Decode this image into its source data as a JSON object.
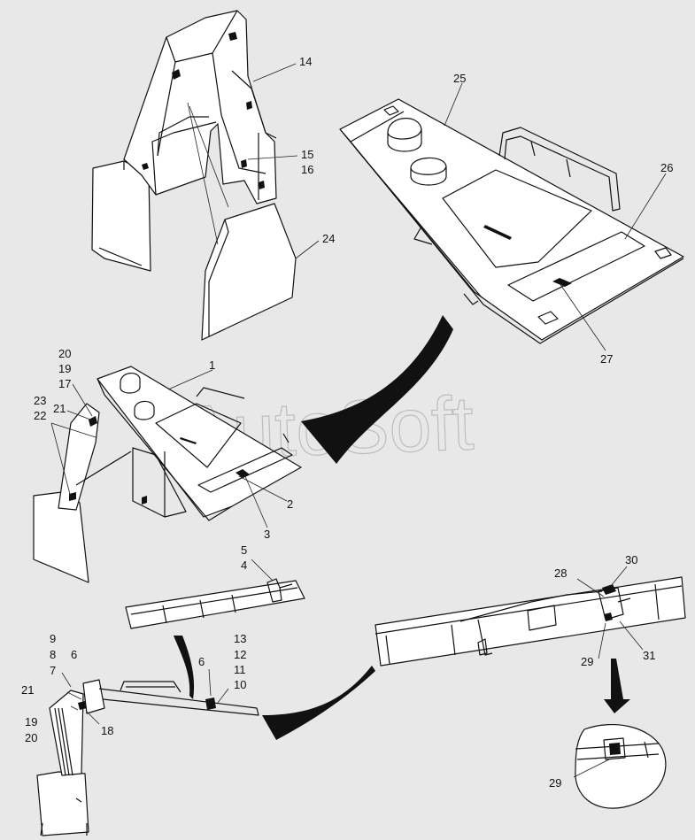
{
  "watermark": "AutoSoft",
  "callouts": {
    "c1": "1",
    "c2": "2",
    "c3": "3",
    "c4": "4",
    "c5": "5",
    "c6": "6",
    "c7": "7",
    "c8": "8",
    "c9": "9",
    "c10": "10",
    "c11": "11",
    "c12": "12",
    "c13": "13",
    "c14": "14",
    "c15": "15",
    "c16": "16",
    "c17": "17",
    "c18": "18",
    "c19": "19",
    "c20": "20",
    "c21": "21",
    "c22": "22",
    "c23": "23",
    "c24": "24",
    "c25": "25",
    "c26": "26",
    "c27": "27",
    "c28": "28",
    "c29": "29",
    "c30": "30",
    "c31": "31"
  }
}
